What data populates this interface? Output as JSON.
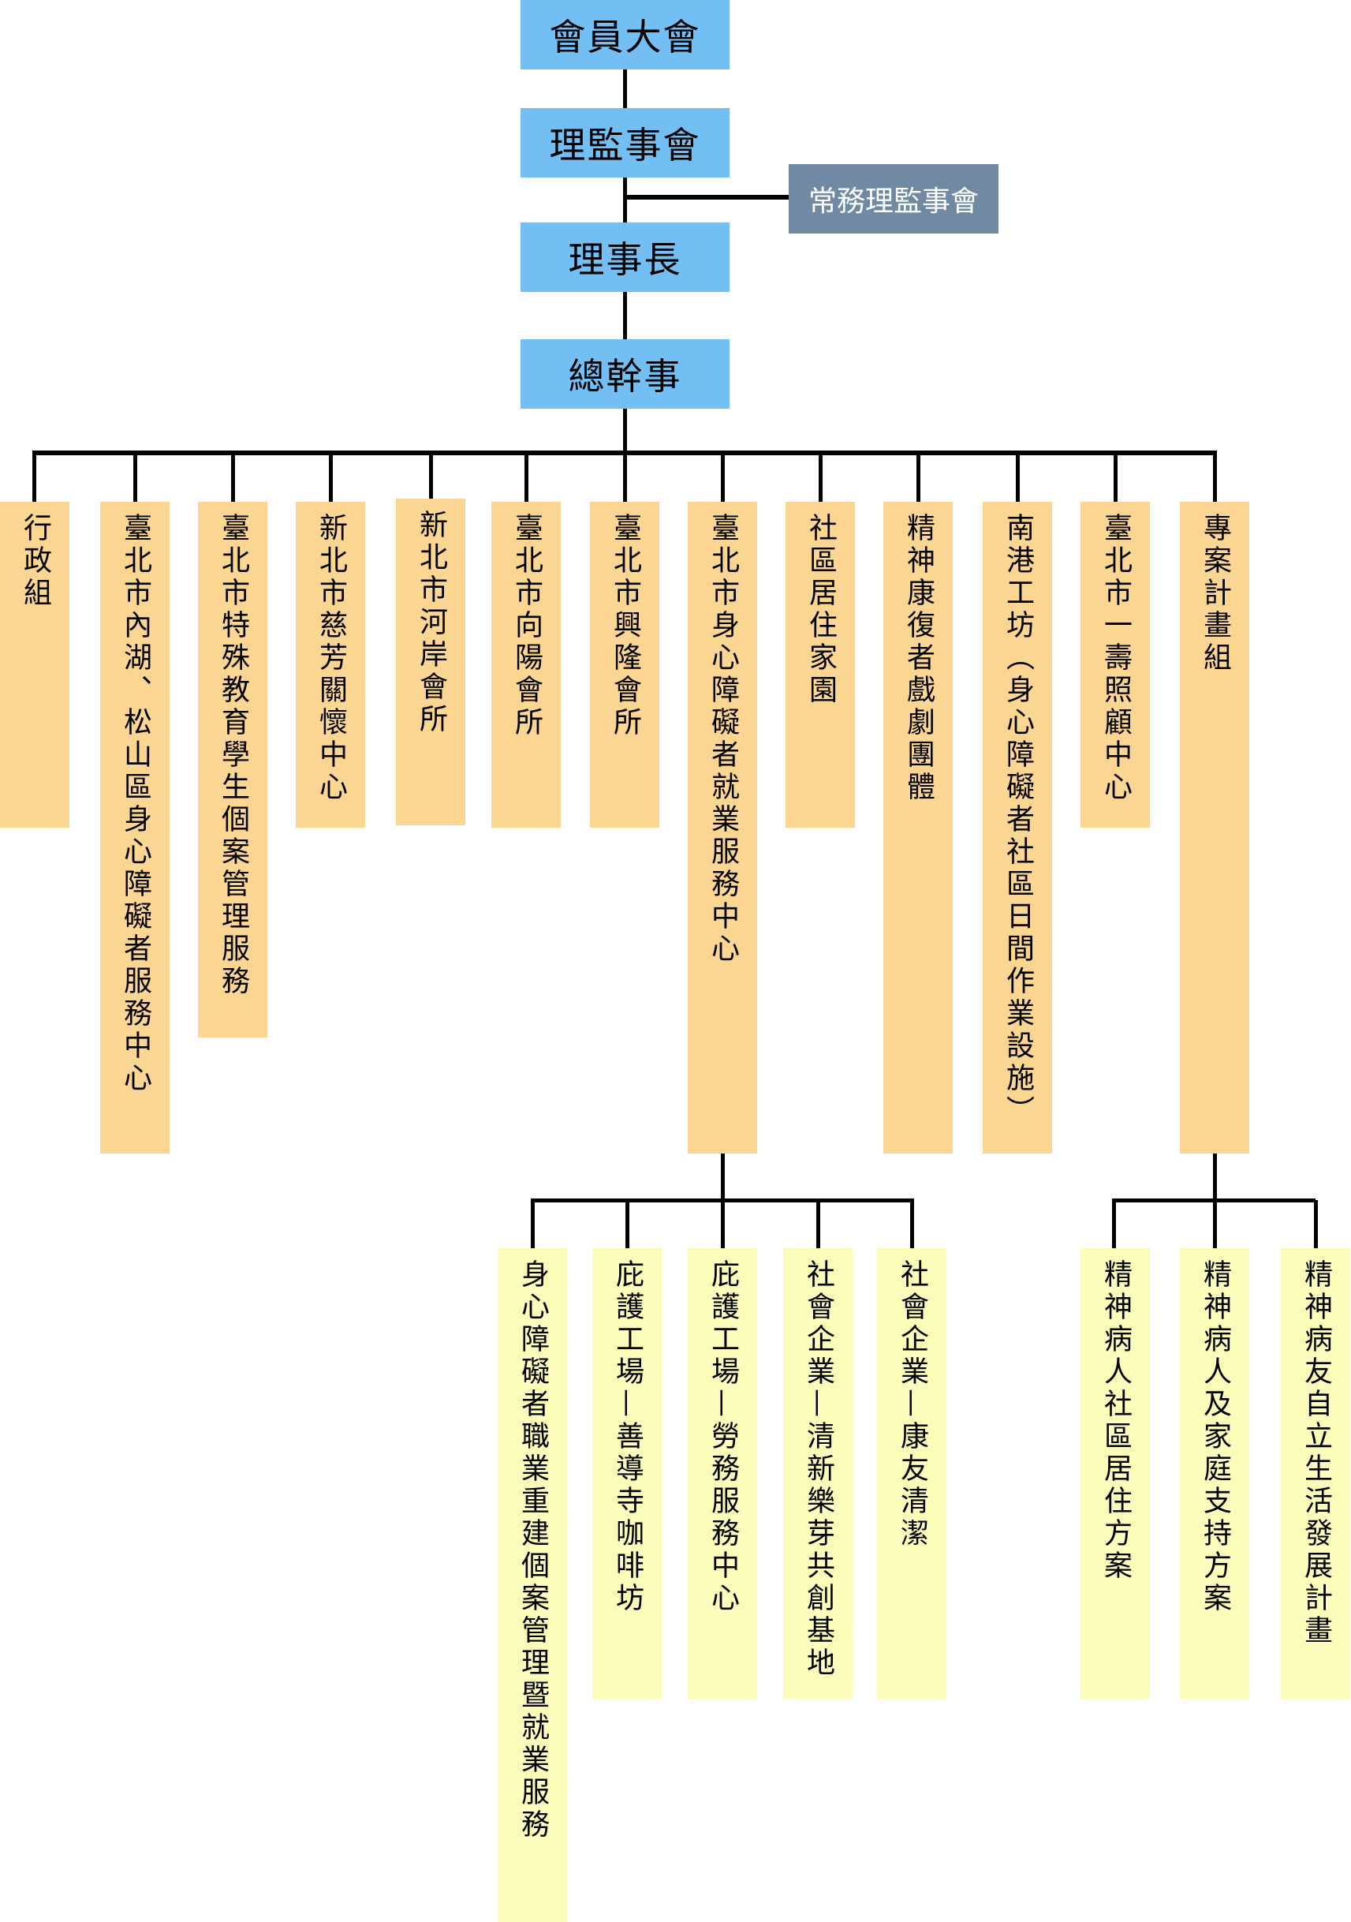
{
  "top": {
    "general_assembly": "會員大會",
    "board": "理監事會",
    "standing_board": "常務理監事會",
    "chairman": "理事長",
    "secretary_general": "總幹事"
  },
  "units": [
    "行政組",
    "臺北市內湖、松山區身心障礙者服務中心",
    "臺北市特殊教育學生個案管理服務",
    "新北市慈芳關懷中心",
    "新北市河岸會所",
    "臺北市向陽會所",
    "臺北市興隆會所",
    "臺北市身心障礙者就業服務中心",
    "社區居住家園",
    "精神康復者戲劇團體",
    "南港工坊（身心障礙者社區日間作業設施）",
    "臺北市一壽照顧中心",
    "專案計畫組"
  ],
  "employment_center_units": [
    "身心障礙者職業重建個案管理暨就業服務",
    "庇護工場—善導寺咖啡坊",
    "庇護工場—勞務服務中心",
    "社會企業—清新樂芽共創基地",
    "社會企業—康友清潔"
  ],
  "project_units": [
    "精神病人社區居住方案",
    "精神病人及家庭支持方案",
    "精神病友自立生活發展計畫"
  ],
  "colors": {
    "top": "#73bff3",
    "standing": "#718aa3",
    "unit": "#fbd693",
    "sub": "#fbfcba"
  }
}
